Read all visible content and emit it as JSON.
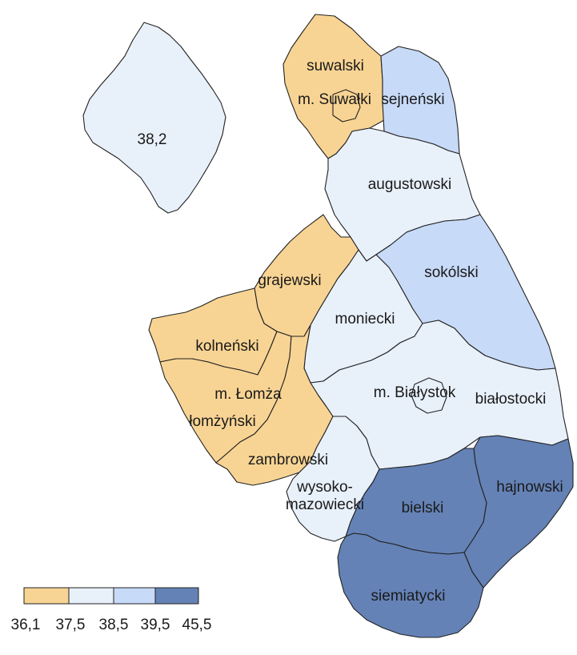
{
  "colors": {
    "class_1": "#f8d494",
    "class_2": "#e8f0fa",
    "class_3": "#c7daf7",
    "class_4": "#6482b6"
  },
  "inset": {
    "label": "38,2",
    "class": "class_2"
  },
  "regions": [
    {
      "id": "suwalski",
      "label": "suwalski",
      "class": "class_1"
    },
    {
      "id": "m-suwalki",
      "label": "m. Suwałki",
      "class": "class_1"
    },
    {
      "id": "sejnenski",
      "label": "sejneński",
      "class": "class_3"
    },
    {
      "id": "augustowski",
      "label": "augustowski",
      "class": "class_2"
    },
    {
      "id": "sokolski",
      "label": "sokólski",
      "class": "class_3"
    },
    {
      "id": "grajewski",
      "label": "grajewski",
      "class": "class_1"
    },
    {
      "id": "moniecki",
      "label": "moniecki",
      "class": "class_2"
    },
    {
      "id": "kolnenski",
      "label": "kolneński",
      "class": "class_1"
    },
    {
      "id": "m-lomza",
      "label": "m. Łomża",
      "class": "class_1"
    },
    {
      "id": "lomzynski",
      "label": "łomżyński",
      "class": "class_1"
    },
    {
      "id": "zambrowski",
      "label": "zambrowski",
      "class": "class_1"
    },
    {
      "id": "m-bialystok",
      "label": "m. Białystok",
      "class": "class_2"
    },
    {
      "id": "bialostocki",
      "label": "białostocki",
      "class": "class_2"
    },
    {
      "id": "wysokomazowiecki",
      "label_line1": "wysoko-",
      "label_line2": "mazowiecki",
      "class": "class_2"
    },
    {
      "id": "bielski",
      "label": "bielski",
      "class": "class_4"
    },
    {
      "id": "hajnowski",
      "label": "hajnowski",
      "class": "class_4"
    },
    {
      "id": "siemiatycki",
      "label": "siemiatycki",
      "class": "class_4"
    }
  ],
  "legend": {
    "classes": [
      "class_1",
      "class_2",
      "class_3",
      "class_4"
    ],
    "breaks": [
      "36,1",
      "37,5",
      "38,5",
      "39,5",
      "45,5"
    ]
  }
}
